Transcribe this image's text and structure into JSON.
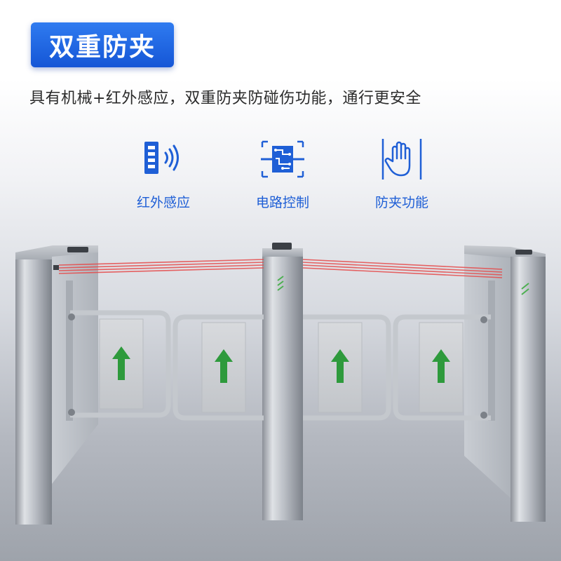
{
  "header": {
    "title": "双重防夹",
    "subtitle": "具有机械+红外感应，双重防夹防碰伤功能，通行更安全"
  },
  "features": [
    {
      "icon": "infrared-sensor-icon",
      "label": "红外感应"
    },
    {
      "icon": "circuit-chip-icon",
      "label": "电路控制"
    },
    {
      "icon": "hand-stop-icon",
      "label": "防夹功能"
    }
  ],
  "colors": {
    "accent": "#1f5fd6",
    "badge": "#1a62e0",
    "laser": "#e64a4a",
    "arrow": "#2e9a3c"
  },
  "product": {
    "type": "swing-gate-turnstile",
    "lanes": 2,
    "gates": 4,
    "direction_arrows": [
      "up",
      "up",
      "up",
      "up"
    ]
  }
}
